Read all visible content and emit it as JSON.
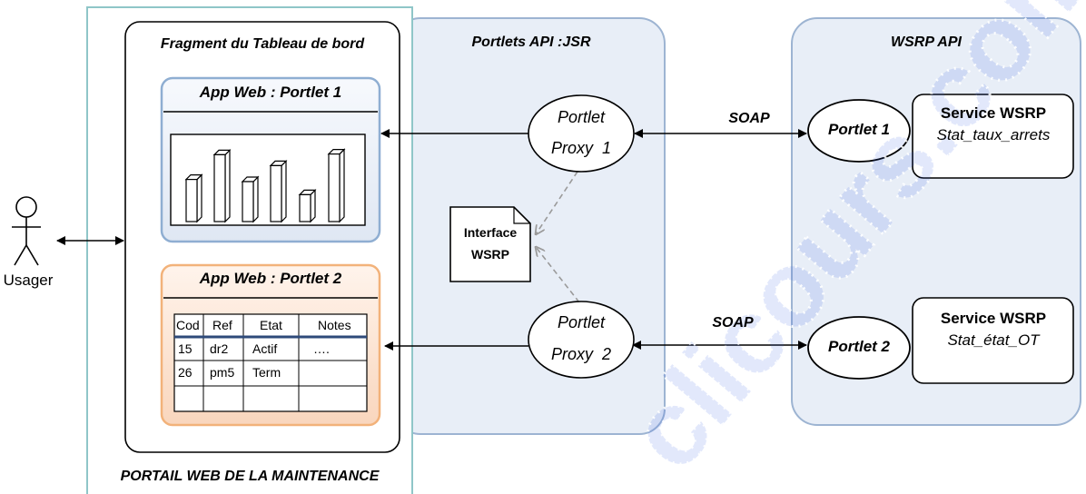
{
  "portal": {
    "title": "PORTAIL WEB DE LA MAINTENANCE",
    "fragment_title": "Fragment du Tableau de bord"
  },
  "user": {
    "label": "Usager"
  },
  "portlet1_app": {
    "title": "App Web : Portlet 1",
    "bar_heights": [
      0.58,
      0.92,
      0.55,
      0.77,
      0.37,
      0.93
    ]
  },
  "portlet2_app": {
    "title": "App Web : Portlet 2",
    "table": {
      "headers": [
        "Cod",
        "Ref",
        "Etat",
        "Notes"
      ],
      "rows": [
        [
          "15",
          "dr2",
          "Actif",
          "…."
        ],
        [
          "26",
          "pm5",
          "Term",
          ""
        ],
        [
          "",
          "",
          "",
          ""
        ]
      ]
    }
  },
  "jsr": {
    "title": "Portlets API :JSR",
    "proxy1": {
      "line1": "Portlet",
      "line2": "Proxy  1"
    },
    "proxy2": {
      "line1": "Portlet",
      "line2": "Proxy  2"
    },
    "interface": {
      "line1": "Interface",
      "line2": "WSRP"
    }
  },
  "wsrp": {
    "title": "WSRP API",
    "portlet1": "Portlet 1",
    "portlet2": "Portlet 2",
    "service1": {
      "title": "Service WSRP",
      "name": "Stat_taux_arrets"
    },
    "service2": {
      "title": "Service WSRP",
      "name": "Stat_état_OT"
    }
  },
  "links": {
    "soap1": "SOAP",
    "soap2": "SOAP"
  },
  "watermark": {
    "text": "clicours.com"
  },
  "colors": {
    "panel_fill": "#e8eef7",
    "panel_border": "#9db4d2",
    "portal_border": "#8fc6c8",
    "portlet1_border": "#8faed2",
    "portlet1_fill": "#f1f5fb",
    "portlet2_border": "#f2b27a",
    "portlet2_fill": "#fde7d6",
    "watermark": "#2f5fe0"
  }
}
